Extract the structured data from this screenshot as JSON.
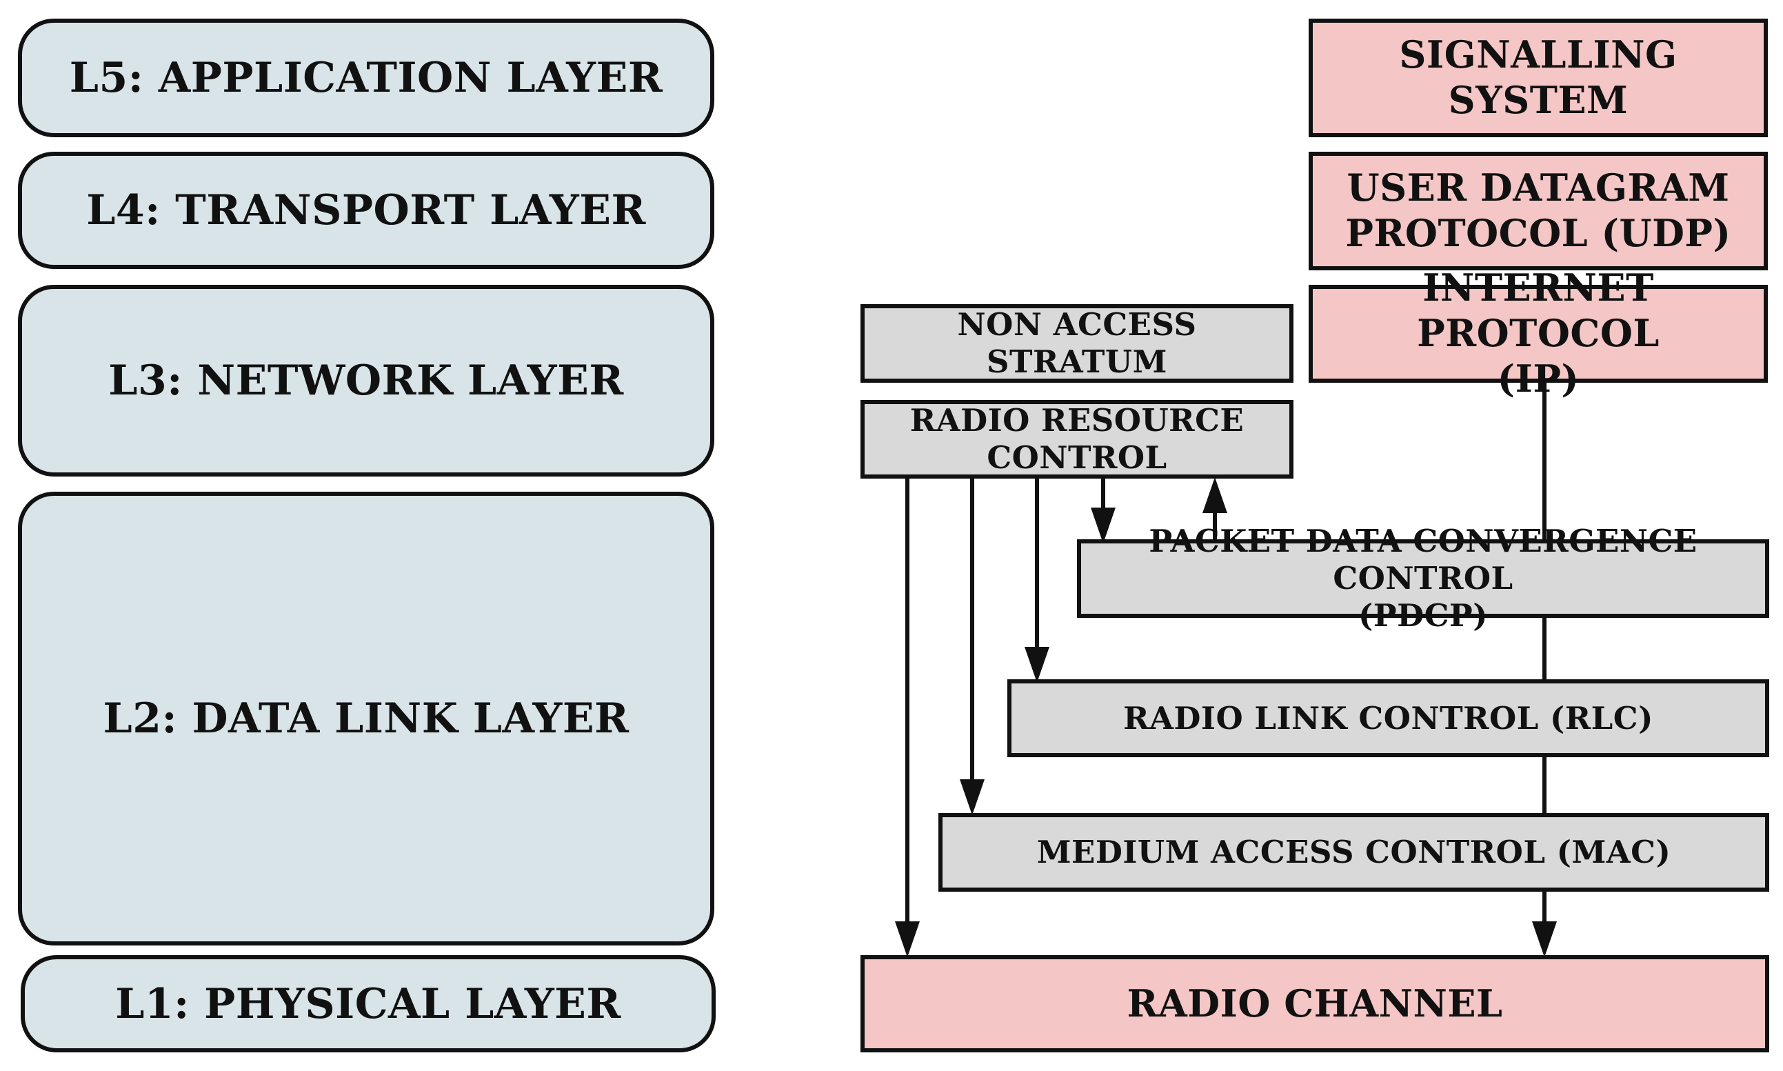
{
  "layers": {
    "l5": "L5: APPLICATION LAYER",
    "l4": "L4: TRANSPORT LAYER",
    "l3": "L3: NETWORK LAYER",
    "l2": "L2: DATA LINK LAYER",
    "l1": "L1: PHYSICAL LAYER"
  },
  "stack": {
    "signalling": "SIGNALLING SYSTEM",
    "udp": "USER DATAGRAM\nPROTOCOL (UDP)",
    "ip": "INTERNET PROTOCOL\n(IP)",
    "nas": "NON ACCESS STRATUM",
    "rrc": "RADIO RESOURCE\nCONTROL",
    "pdcp": "PACKET DATA CONVERGENCE CONTROL\n(PDCP)",
    "rlc": "RADIO LINK CONTROL (RLC)",
    "mac": "MEDIUM ACCESS CONTROL (MAC)",
    "radio_channel": "RADIO CHANNEL"
  },
  "colors": {
    "layer_fill": "#d9e4e8",
    "protocol_fill": "#f5c6c6",
    "control_fill": "#d9d9d9",
    "stroke": "#111111"
  }
}
